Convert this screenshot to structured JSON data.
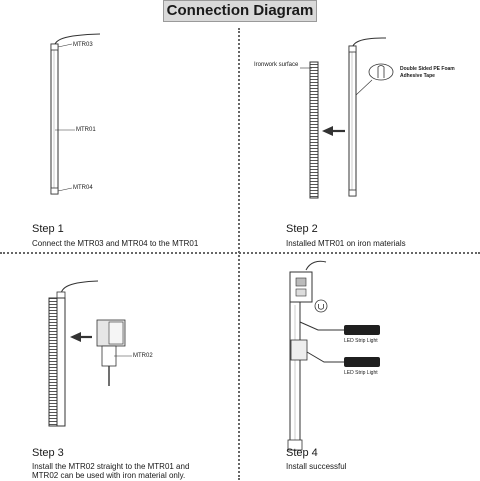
{
  "header": {
    "title": "Connection Diagram"
  },
  "steps": [
    {
      "title": "Step 1",
      "desc": [
        "Connect the MTR03 and MTR04 to the MTR01"
      ]
    },
    {
      "title": "Step 2",
      "desc": [
        "Installed MTR01 on iron materials"
      ]
    },
    {
      "title": "Step 3",
      "desc": [
        "Install the MTR02 straight to the MTR01 and",
        "MTR02 can be used with iron material only."
      ]
    },
    {
      "title": "Step 4",
      "desc": [
        "Install successful"
      ]
    }
  ],
  "labels": {
    "mtr03": "MTR03",
    "mtr01": "MTR01",
    "mtr04": "MTR04",
    "ironwork": "Ironwork surface",
    "tape_line1": "Double Sided PE Foam",
    "tape_line2": "Adhesive Tape",
    "mtr02": "MTR02",
    "led1": "LED Strip Light",
    "led2": "LED Strip Light"
  },
  "colors": {
    "title_bg": "#d9d9d9",
    "line": "#333333",
    "hatch": "#555555"
  },
  "icons": [
    "arrow-left-icon",
    "lock-icon"
  ]
}
